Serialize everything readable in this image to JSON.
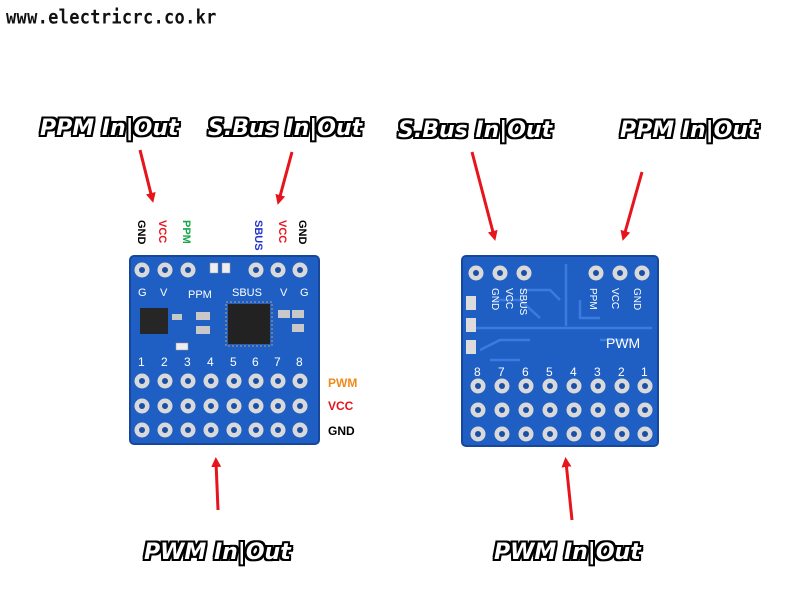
{
  "site_url": "www.electricrc.co.kr",
  "callouts": {
    "left_ppm": "PPM In|Out",
    "left_sbus": "S.Bus In|Out",
    "right_sbus": "S.Bus In|Out",
    "right_ppm": "PPM In|Out",
    "left_pwm": "PWM In|Out",
    "right_pwm": "PWM In|Out"
  },
  "left_board": {
    "top_pins": [
      {
        "label": "GND",
        "color": "#000000"
      },
      {
        "label": "VCC",
        "color": "#e8141c"
      },
      {
        "label": "PPM",
        "color": "#17a84a"
      },
      {
        "label": "SBUS",
        "color": "#2233cc"
      },
      {
        "label": "VCC",
        "color": "#e8141c"
      },
      {
        "label": "GND",
        "color": "#000000"
      }
    ],
    "silk_top": {
      "g1": "G",
      "v1": "V",
      "ppm": "PPM",
      "sbus": "SBUS",
      "v2": "V",
      "g2": "G"
    },
    "channels": [
      "1",
      "2",
      "3",
      "4",
      "5",
      "6",
      "7",
      "8"
    ],
    "row_labels": [
      {
        "label": "PWM",
        "color": "#f08a1c"
      },
      {
        "label": "VCC",
        "color": "#e8141c"
      },
      {
        "label": "GND",
        "color": "#000000"
      }
    ]
  },
  "right_board": {
    "silk_left": [
      "GND",
      "VCC",
      "SBUS"
    ],
    "silk_right": [
      "PPM",
      "VCC",
      "GND"
    ],
    "pwm_label": "PWM",
    "channels": [
      "8",
      "7",
      "6",
      "5",
      "4",
      "3",
      "2",
      "1"
    ]
  },
  "colors": {
    "pcb": "#1f5fc4",
    "pcb_dark": "#1a4fa8",
    "pad": "#d9d9d9",
    "arrow": "#e8141c"
  }
}
